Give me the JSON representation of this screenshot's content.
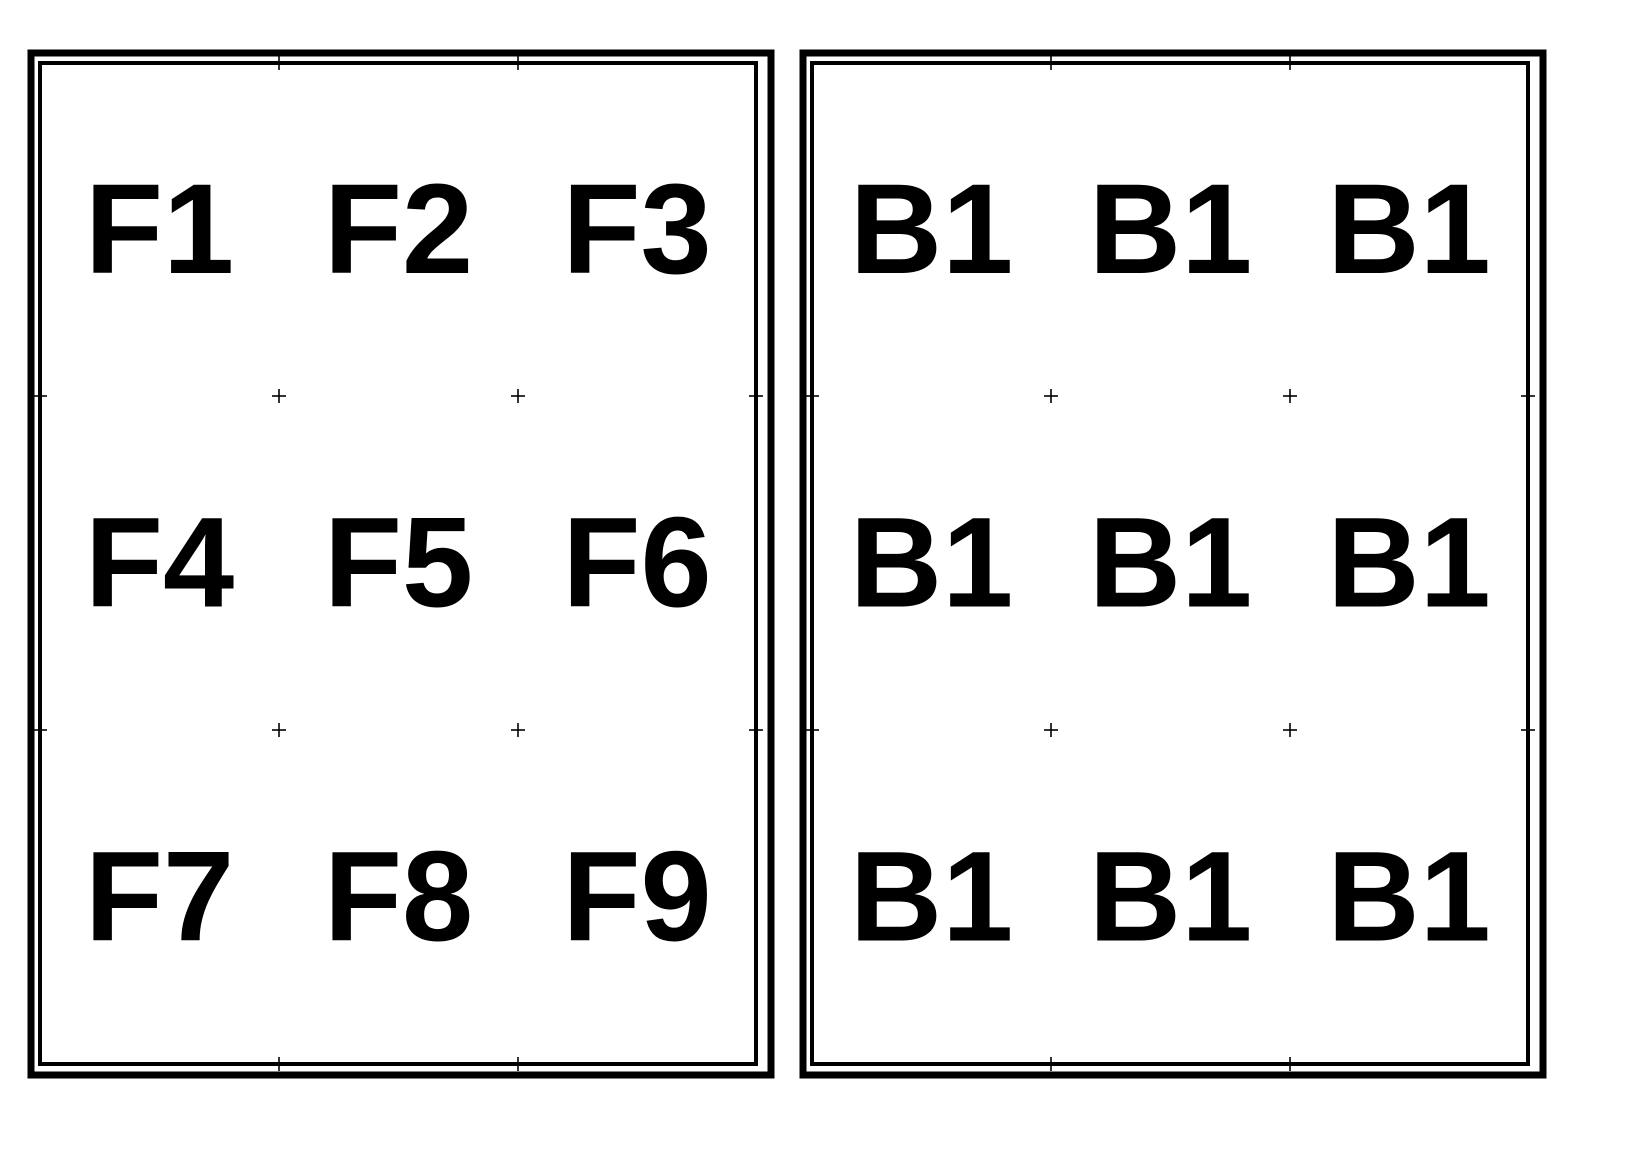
{
  "panels": [
    {
      "id": "front",
      "cells": [
        "F1",
        "F2",
        "F3",
        "F4",
        "F5",
        "F6",
        "F7",
        "F8",
        "F9"
      ]
    },
    {
      "id": "back",
      "cells": [
        "B1",
        "B1",
        "B1",
        "B1",
        "B1",
        "B1",
        "B1",
        "B1",
        "B1"
      ]
    }
  ],
  "colors": {
    "stroke": "#000000",
    "background": "#ffffff"
  }
}
